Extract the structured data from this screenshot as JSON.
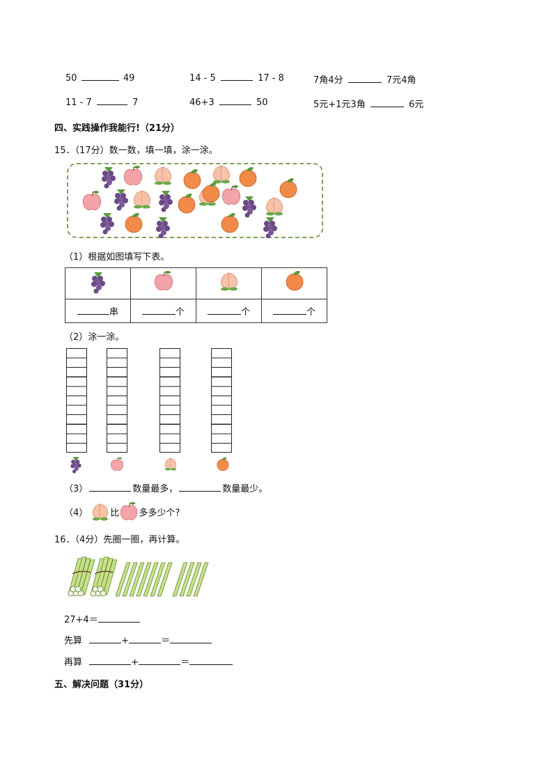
{
  "compare": {
    "row1": [
      {
        "left": "50",
        "right": "49"
      },
      {
        "left": "14 - 5",
        "right": "17 - 8"
      },
      {
        "left": "7角4分",
        "right": "7元4角"
      }
    ],
    "row2": [
      {
        "left": "11 - 7",
        "right": "7"
      },
      {
        "left": "46+3",
        "right": "50"
      },
      {
        "left": "5元+1元3角",
        "right": "6元"
      }
    ]
  },
  "section4": {
    "title": "四、实践操作我能行!（21分）"
  },
  "q15": {
    "title": "15．（17分）数一数，填一填，涂一涂。",
    "sub1": "（1）根据如图填写下表。",
    "units": [
      "串",
      "个",
      "个",
      "个"
    ],
    "sub2": "（2）涂一涂。",
    "sub3_mid": "数量最多，",
    "sub3_end": "数量最少。",
    "sub3_prefix": "（3）",
    "sub4_prefix": "（4）",
    "sub4_bi": "比",
    "sub4_end": "多多少个?"
  },
  "q16": {
    "title": "16．（4分）先圈一圈，再计算。",
    "eq1": "27+4＝",
    "first": "先算",
    "then": "再算",
    "plus": "+",
    "eq": "＝"
  },
  "section5": {
    "title": "五、解决问题（31分）"
  },
  "colors": {
    "orange": "#f28a4a",
    "apple": "#f4a3a8",
    "peach": "#f7c2a8",
    "grape": "#6a4a86",
    "leaf": "#5c9a3a",
    "frame": "#7fa05a"
  }
}
